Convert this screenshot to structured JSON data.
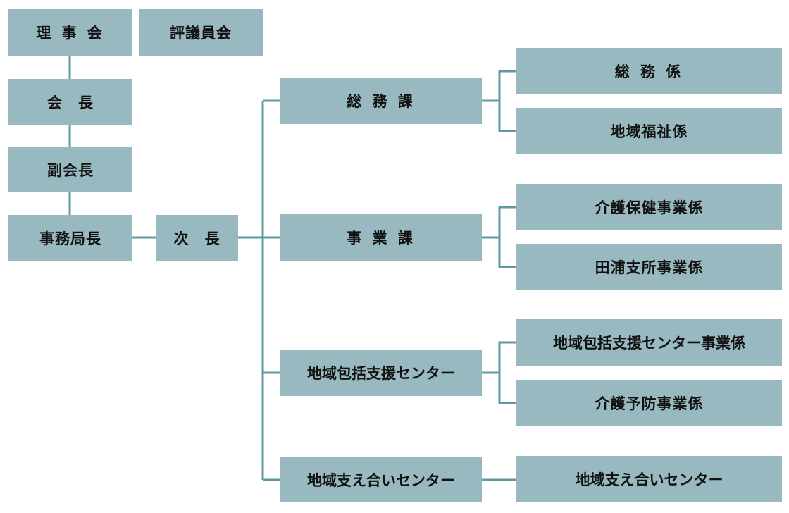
{
  "colors": {
    "box_fill": "#98b9bf",
    "line": "#5f9b9f",
    "text": "#111111"
  },
  "boxes": {
    "rijikai": "理 事 会",
    "hyogiinkai": "評議員会",
    "kaicho": "会　長",
    "fukukaicho": "副会長",
    "jimukyokucho": "事務局長",
    "jicho": "次　長",
    "somuka": "総 務 課",
    "jigyoka": "事 業 課",
    "chiiki_hokatsu_center": "地域包括支援センター",
    "chiiki_sasaeai_center": "地域支え合いセンター",
    "somu_kakari": "総 務 係",
    "chiiki_fukushi_kakari": "地域福祉係",
    "kaigo_hoken_jigyo_kakari": "介護保健事業係",
    "taura_shisho_jigyo_kakari": "田浦支所事業係",
    "chiiki_hokatsu_center_jigyo_kakari": "地域包括支援センター事業係",
    "kaigo_yobo_jigyo_kakari": "介護予防事業係",
    "chiiki_sasaeai_center_unit": "地域支え合いセンター"
  }
}
